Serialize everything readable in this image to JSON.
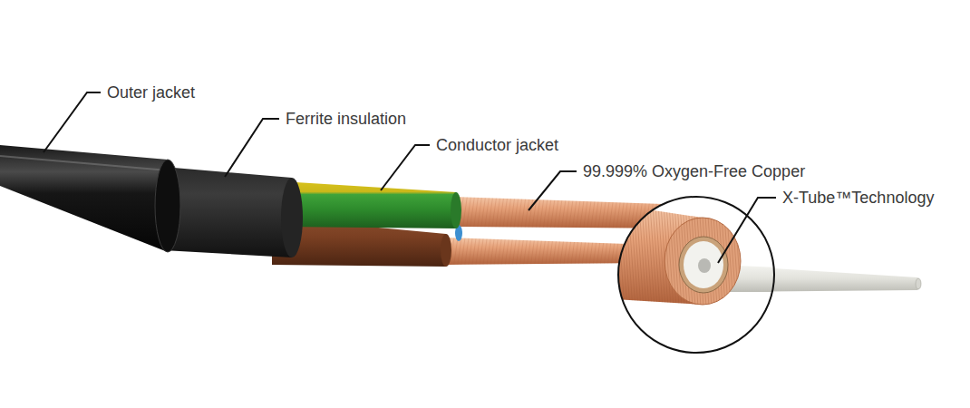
{
  "diagram": {
    "labels": [
      "Outer jacket",
      "Ferrite insulation",
      "Conductor jacket",
      "99.999% Oxygen-Free Copper",
      "X-Tube™Technology"
    ]
  }
}
